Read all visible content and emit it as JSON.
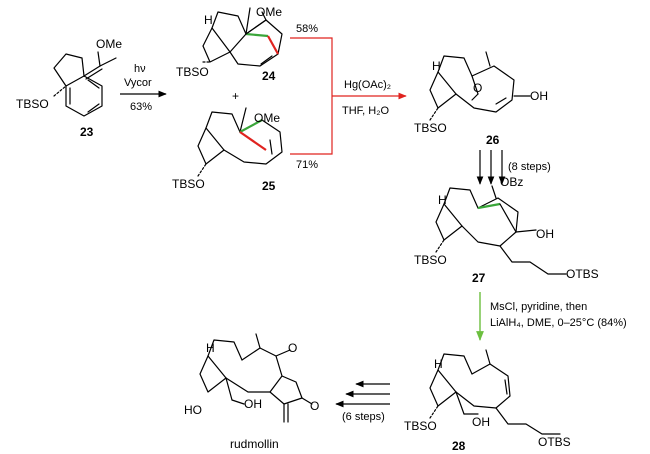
{
  "compounds": [
    {
      "id": "23",
      "substituents": [
        "OMe",
        "TBSO"
      ]
    },
    {
      "id": "24",
      "substituents": [
        "H",
        "OMe",
        "TBSO"
      ]
    },
    {
      "id": "25",
      "substituents": [
        "OMe",
        "TBSO"
      ]
    },
    {
      "id": "26",
      "substituents": [
        "H",
        "O",
        "OH",
        "TBSO"
      ]
    },
    {
      "id": "27",
      "substituents": [
        "H",
        "OBz",
        "OH",
        "TBSO",
        "OTBS"
      ]
    },
    {
      "id": "28",
      "substituents": [
        "H",
        "TBSO",
        "OH",
        "OTBS"
      ]
    },
    {
      "id": "rudmollin",
      "substituents": [
        "H",
        "O",
        "O",
        "HO",
        "OH"
      ]
    }
  ],
  "step1": {
    "line1": "hν",
    "line2": "Vycor",
    "yield": "63%"
  },
  "plus": "+",
  "yield_24": "58%",
  "yield_25": "71%",
  "step2": {
    "reagent": "Hg(OAc)₂",
    "solvent": "THF, H₂O"
  },
  "step3": {
    "conditions": "(8 steps)"
  },
  "step4": {
    "line1": "MsCl, pyridine, then",
    "line2": "LiAlH₄, DME, 0–25°C (84%)"
  },
  "step5": {
    "conditions": "(6 steps)"
  },
  "colors": {
    "red_arrow": "#e0231f",
    "green_arrow": "#6cbf3f",
    "new_bond_green": "#3aa63a",
    "new_bond_red": "#e0231f"
  }
}
